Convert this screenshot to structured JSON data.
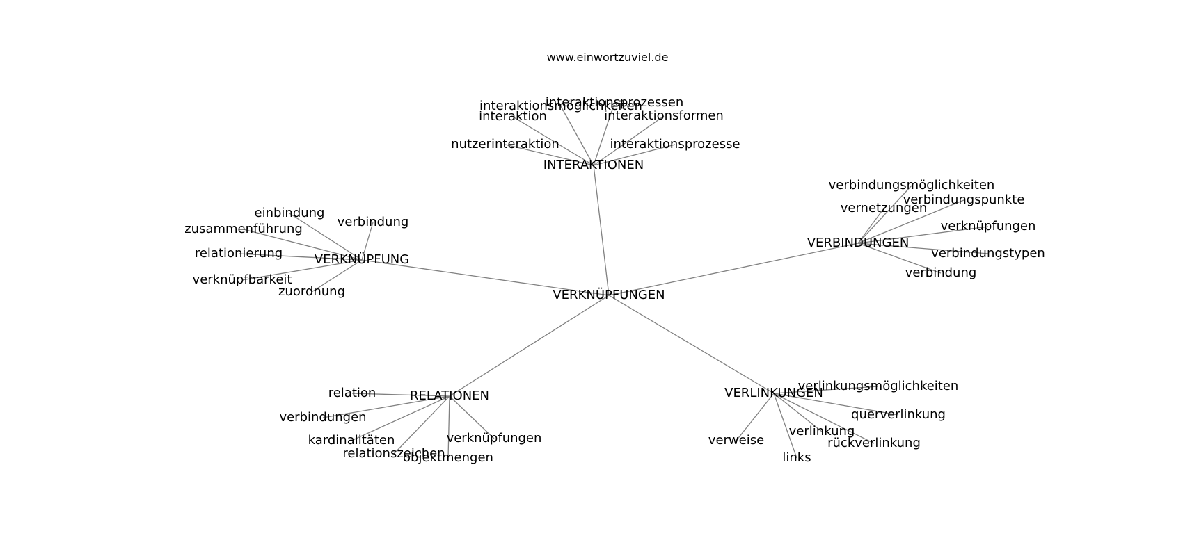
{
  "diagram": {
    "site": "www.einwortzuviel.de",
    "center": "VERKNÜPFUNGEN",
    "groups": [
      {
        "label": "INTERAKTIONEN",
        "children": [
          "interaktionsprozessen",
          "interaktionsmöglichkeiten",
          "interaktion",
          "interaktionsformen",
          "nutzerinteraktion",
          "interaktionsprozesse"
        ]
      },
      {
        "label": "VERKNÜPFUNG",
        "children": [
          "einbindung",
          "verbindung",
          "zusammenführung",
          "relationierung",
          "verknüpfbarkeit",
          "zuordnung"
        ]
      },
      {
        "label": "VERBINDUNGEN",
        "children": [
          "verbindungsmöglichkeiten",
          "vernetzungen",
          "verbindungspunkte",
          "verknüpfungen",
          "verbindungstypen",
          "verbindung"
        ]
      },
      {
        "label": "RELATIONEN",
        "children": [
          "relation",
          "verbindungen",
          "kardinalitäten",
          "verknüpfungen",
          "relationszeichen",
          "objektmengen"
        ]
      },
      {
        "label": "VERLINKUNGEN",
        "children": [
          "verlinkungsmöglichkeiten",
          "querverlinkung",
          "verweise",
          "verlinkung",
          "rückverlinkung",
          "links"
        ]
      }
    ]
  }
}
